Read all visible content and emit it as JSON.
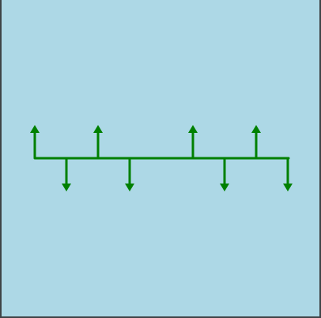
{
  "diagram": {
    "type": "arrow-bus",
    "colors": {
      "background": "#add8e6",
      "stroke": "#008000",
      "frame": "#3f4447"
    },
    "arrows": [
      {
        "direction": "up"
      },
      {
        "direction": "down"
      },
      {
        "direction": "up"
      },
      {
        "direction": "down"
      },
      {
        "direction": "up"
      },
      {
        "direction": "down"
      },
      {
        "direction": "up"
      },
      {
        "direction": "down"
      }
    ]
  }
}
